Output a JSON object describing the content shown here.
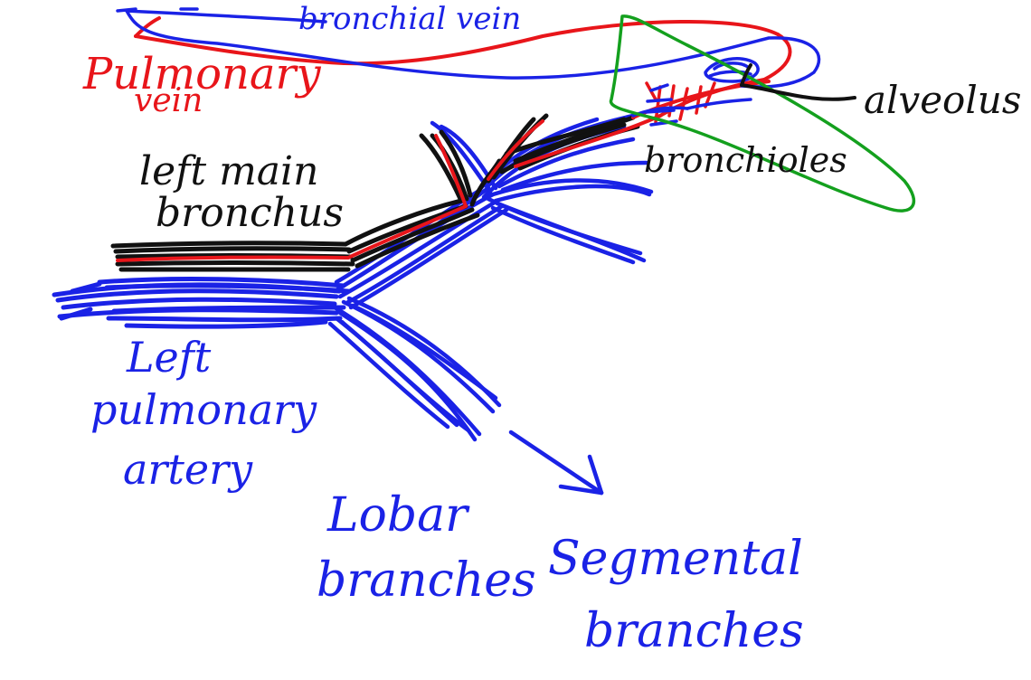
{
  "labels": {
    "bronchial_vein": "bronchial vein",
    "pulmonary_vein_line1": "Pulmonary",
    "pulmonary_vein_line2": "vein",
    "alveolus": "alveolus",
    "bronchioles": "bronchioles",
    "left_main_bronchus_line1": "left main",
    "left_main_bronchus_line2": "bronchus",
    "left_pulmonary_artery_line1": "Left",
    "left_pulmonary_artery_line2": "pulmonary",
    "left_pulmonary_artery_line3": "artery",
    "lobar_branches_line1": "Lobar",
    "lobar_branches_line2": "branches",
    "segmental_branches_line1": "Segmental",
    "segmental_branches_line2": "branches"
  },
  "colors": {
    "artery": "#1a22e6",
    "bronchus": "#111111",
    "pulmonary_vein": "#e8151a",
    "alveolar_region": "#14a01e",
    "background": "#ffffff"
  }
}
